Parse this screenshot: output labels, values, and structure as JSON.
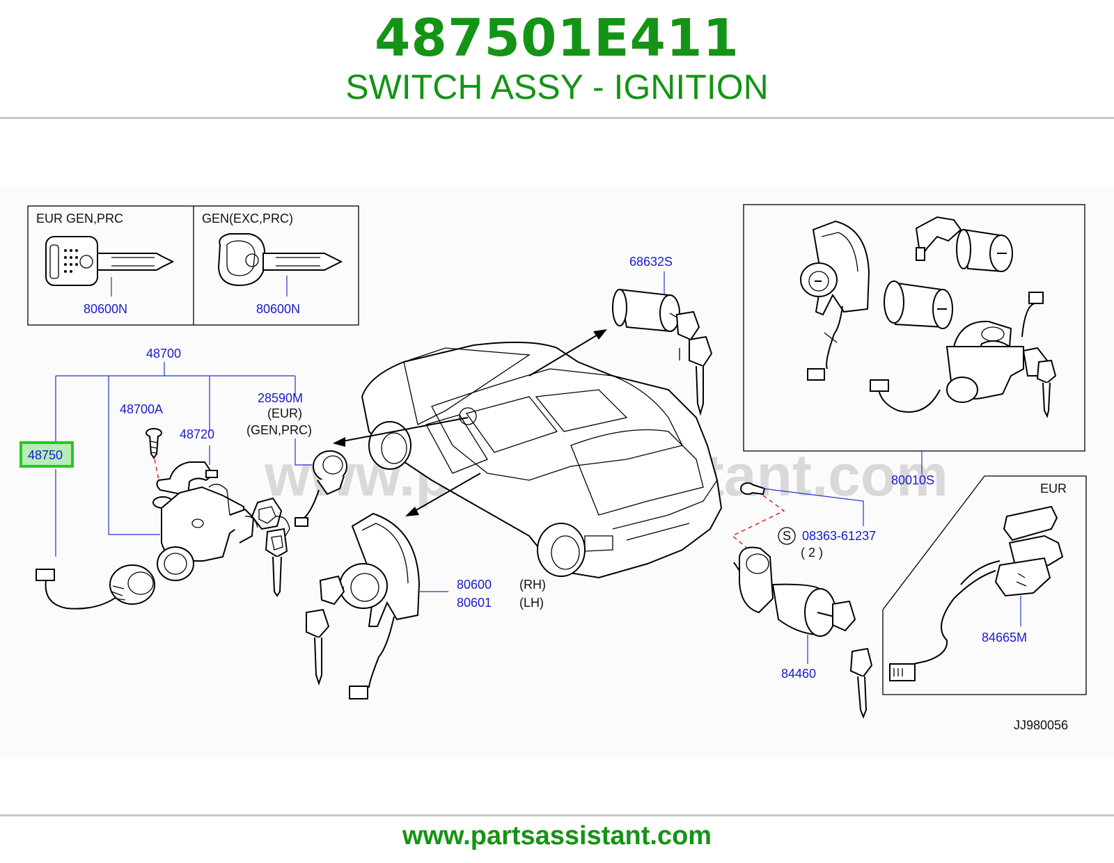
{
  "header": {
    "part_number": "487501E411",
    "title": "SWITCH ASSY - IGNITION"
  },
  "footer": {
    "url": "www.partsassistant.com"
  },
  "watermark": "www.partsassistant.com",
  "diagram_code": "JJ980056",
  "key_panel": {
    "left": {
      "heading": "EUR   GEN,PRC",
      "part": "80600N"
    },
    "right": {
      "heading": "GEN(EXC,PRC)",
      "part": "80600N"
    }
  },
  "labels": {
    "p48700": "48700",
    "p48700A": "48700A",
    "p48720": "48720",
    "p48750": "48750",
    "p28590M": "28590M",
    "eur_paren": "(EUR)",
    "gen_prc_paren": "(GEN,PRC)",
    "p68632S": "68632S",
    "p80010S": "80010S",
    "p80600": "80600",
    "rh": "(RH)",
    "p80601": "80601",
    "lh": "(LH)",
    "s_symbol": "S",
    "p08363": "08363-61237",
    "qty": "(  2  )",
    "p84460": "84460",
    "eur_box": "EUR",
    "p84665M": "84665M"
  },
  "colors": {
    "brand_green": "#149414",
    "label_blue": "#1a1ad0",
    "highlight_green": "#22cc22",
    "highlight_fill": "#b8ecb8"
  }
}
